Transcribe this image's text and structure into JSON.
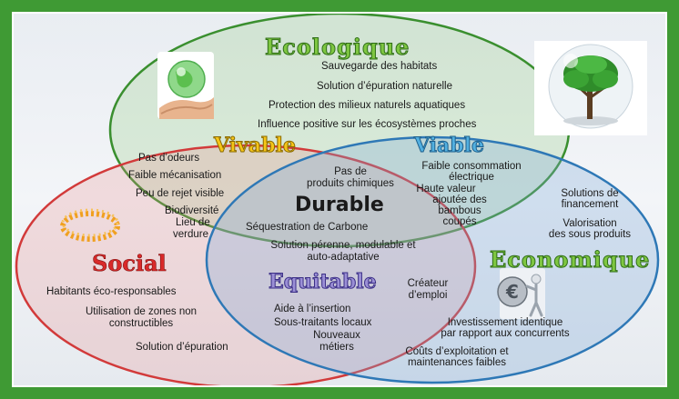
{
  "colors": {
    "frame": "#3f9a34",
    "ecologique": "#3a8f2f",
    "social": "#d23a3a",
    "economique": "#2e78b6",
    "vivable": "#f5c518",
    "viable": "#52b0e0",
    "equitable": "#6a5cc0"
  },
  "titles": {
    "ecologique": "Ecologique",
    "social": "Social",
    "economique": "Economique",
    "vivable": "Vivable",
    "viable": "Viable",
    "equitable": "Equitable",
    "durable": "Durable"
  },
  "ecologique_items": [
    "Sauvegarde des habitats",
    "Solution d’épuration naturelle",
    "Protection des milieux naturels aquatiques",
    "Influence positive sur les écosystèmes proches"
  ],
  "vivable_items": [
    "Pas d’odeurs",
    "Faible mécanisation",
    "Peu de rejet visible",
    "Biodiversité",
    "Lieu de",
    "verdure"
  ],
  "viable_items": [
    "Faible consommation",
    "électrique",
    "Haute valeur",
    "ajoutée des",
    "bambous",
    "coupés"
  ],
  "durable_items": [
    "Pas de",
    "produits chimiques",
    "Séquestration de Carbone",
    "Solution pérenne, modulable et",
    "auto-adaptative"
  ],
  "economique_items": [
    "Solutions de",
    "financement",
    "Valorisation",
    "des sous produits"
  ],
  "social_items": [
    "Habitants éco-responsables",
    "Utilisation de zones non",
    "constructibles",
    "Solution d’épuration"
  ],
  "equitable_items": [
    "Créateur",
    "d’emploi",
    "Aide à l’insertion",
    "Sous-traitants locaux",
    "Nouveaux",
    "métiers"
  ],
  "eco_bottom_items": [
    "Investissement identique",
    "par rapport aux concurrents",
    "Coûts d’exploitation et",
    "maintenances faibles"
  ],
  "icons": [
    "globe-in-hands-icon",
    "tree-in-bubble-icon",
    "people-circle-icon",
    "euro-figure-icon"
  ]
}
